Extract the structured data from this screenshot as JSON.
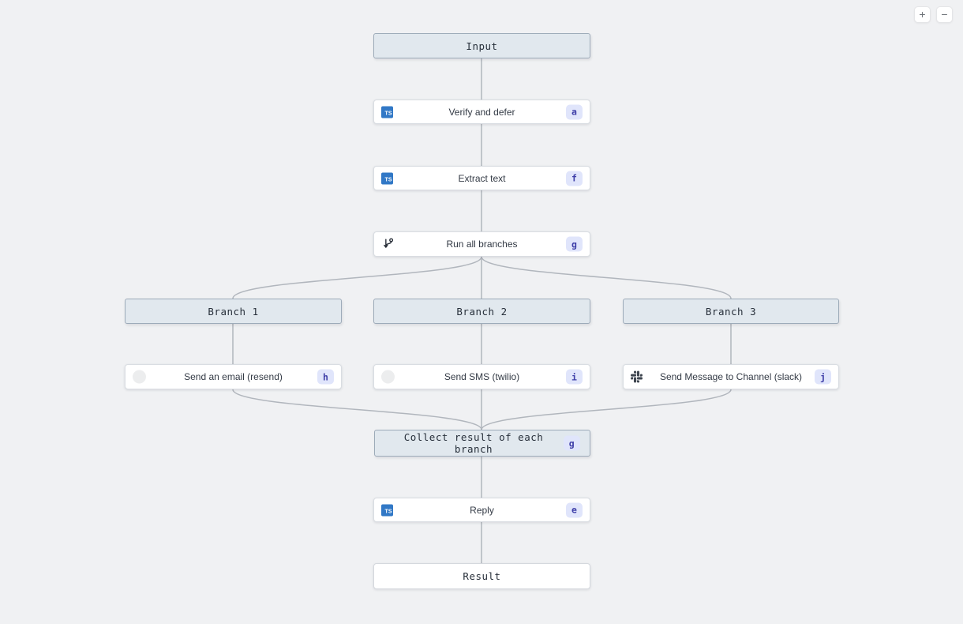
{
  "canvas": {
    "background_color": "#f0f1f3",
    "edge_color": "#b1b6bd",
    "header_node_bg": "#e1e8ee",
    "header_node_border": "#9dabb9",
    "badge_bg": "#e0e5fb",
    "badge_text_color": "#3e3ea8",
    "typescript_blue": "#3178c6"
  },
  "controls": {
    "zoom_in_label": "+",
    "zoom_out_label": "−"
  },
  "icons": {
    "typescript_label": "TS"
  },
  "nodes": {
    "input": {
      "label": "Input"
    },
    "verify": {
      "label": "Verify and defer",
      "badge": "a",
      "icon": "typescript-icon"
    },
    "extract": {
      "label": "Extract text",
      "badge": "f",
      "icon": "typescript-icon"
    },
    "run_branches": {
      "label": "Run all branches",
      "badge": "g",
      "icon": "branch-icon"
    },
    "branch1": {
      "label": "Branch 1"
    },
    "branch2": {
      "label": "Branch 2"
    },
    "branch3": {
      "label": "Branch 3"
    },
    "send_email": {
      "label": "Send an email (resend)",
      "badge": "h",
      "icon": "resend-icon"
    },
    "send_sms": {
      "label": "Send SMS (twilio)",
      "badge": "i",
      "icon": "twilio-icon"
    },
    "send_slack": {
      "label": "Send Message to Channel (slack)",
      "badge": "j",
      "icon": "slack-icon"
    },
    "collect": {
      "label": "Collect result of each branch",
      "badge": "g"
    },
    "reply": {
      "label": "Reply",
      "badge": "e",
      "icon": "typescript-icon"
    },
    "result": {
      "label": "Result"
    }
  }
}
